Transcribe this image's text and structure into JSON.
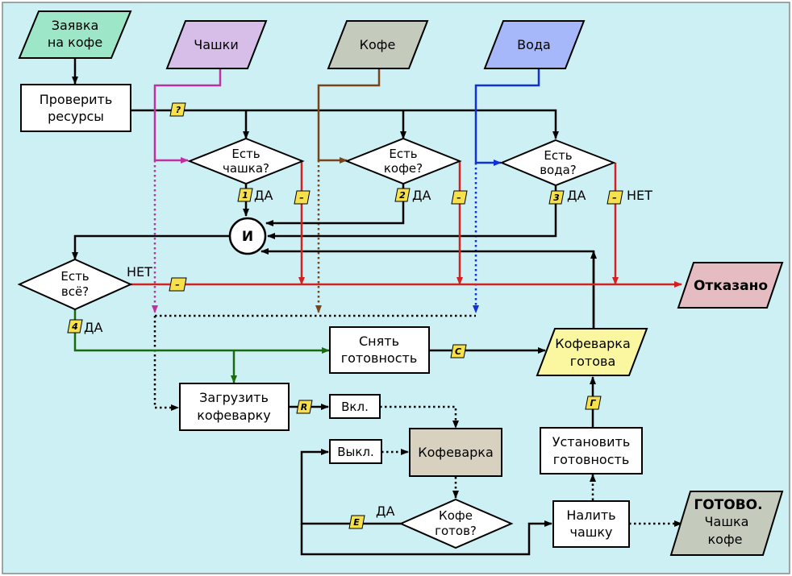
{
  "diagram": {
    "inputs": {
      "request": "Заявка на кофе",
      "cups": "Чашки",
      "coffee": "Кофе",
      "water": "Вода"
    },
    "check_resources": "Проверить ресурсы",
    "decisions": {
      "has_cup": "Есть чашка?",
      "has_coffee": "Есть кофе?",
      "has_water": "Есть вода?",
      "has_all": "Есть всё?",
      "coffee_ready": "Кофе готов?"
    },
    "and_gate": "И",
    "rejected": "Отказано",
    "remove_ready": "Снять готовность",
    "maker_ready": "Кофеварка готова",
    "load_maker": "Загрузить кофеварку",
    "on": "Вкл.",
    "off": "Выкл.",
    "coffee_maker": "Кофеварка",
    "set_ready": "Установить готовность",
    "pour_cup": "Налить чашку",
    "done_title": "ГОТОВО.",
    "done_text": "Чашка кофе",
    "labels": {
      "yes": "ДА",
      "no": "НЕТ"
    },
    "tags": {
      "q": "?",
      "t1": "1",
      "t2": "2",
      "t3": "3",
      "t4": "4",
      "minus": "–",
      "c": "С",
      "r": "R",
      "g": "Г",
      "e": "E"
    },
    "colors": {
      "background": "#cdf0f4",
      "request_fill": "#9ee6c8",
      "cups_fill": "#d7bee9",
      "coffee_fill": "#c4cbbd",
      "water_fill": "#a6b8f9",
      "rejected_fill": "#e5bcc1",
      "maker_ready_fill": "#fbf7a0",
      "coffee_maker_fill": "#d8d1c0",
      "done_fill": "#c4cbbd",
      "tag_fill": "#f6e14d",
      "cups_line": "#c030a0",
      "coffee_line": "#7a4418",
      "water_line": "#1030d8",
      "no_line": "#d42020",
      "yes_line": "#1a6a10",
      "default_line": "#000000"
    }
  }
}
